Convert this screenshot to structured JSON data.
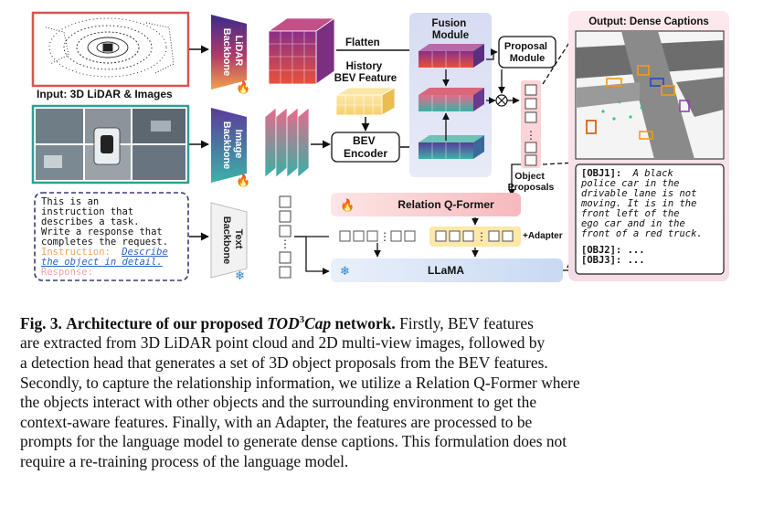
{
  "figure": {
    "input_label": "Input: 3D LiDAR & Images",
    "lidar_backbone": [
      "LiDAR",
      "Backbone"
    ],
    "image_backbone": [
      "Image",
      "Backbone"
    ],
    "text_backbone": [
      "Text",
      "Backbone"
    ],
    "flatten": "Flatten",
    "history_bev": [
      "History",
      "BEV Feature"
    ],
    "bev_encoder": [
      "BEV",
      "Encoder"
    ],
    "fusion_module": [
      "Fusion",
      "Module"
    ],
    "proposal_module": [
      "Proposal",
      "Module"
    ],
    "object_proposals": [
      "Object",
      "Proposals"
    ],
    "relation_qformer": "Relation Q-Former",
    "adapter": "+Adapter",
    "llama": "LLaMA",
    "output_label": "Output: Dense Captions",
    "prompt_lines": [
      "This is an",
      "instruction that",
      "describes a task.",
      "Write a response that",
      "completes the request."
    ],
    "prompt_instruction_label": "Instruction:",
    "prompt_instruction_text": [
      "Describe",
      "the object in detail."
    ],
    "prompt_response": "Response:",
    "obj1_label": "[OBJ1]:",
    "obj1_text": [
      "A black",
      "police car in the",
      "drivable lane is not",
      "moving. It is in the",
      "front left of the",
      "ego car and in the",
      "front of a red truck."
    ],
    "obj2": "[OBJ2]: ...",
    "obj3": "[OBJ3]: ...",
    "colors": {
      "lidar_border": "#d9534f",
      "image_border": "#2aa198",
      "fusion_bg": "#dde3f5",
      "output_bg": "#fbe3e8",
      "qformer_bg": "#f7c6c9",
      "llama_bg": "#dfe9f7"
    }
  },
  "caption": {
    "fig_label": "Fig. 3.",
    "title_a": "Architecture of our proposed",
    "title_name": "TOD",
    "title_sup": "3",
    "title_cap": "Cap",
    "title_b": "network.",
    "lines": [
      "Firstly, BEV features",
      "are extracted from 3D LiDAR point cloud and 2D multi-view images, followed by",
      "a detection head that generates a set of 3D object proposals from the BEV features.",
      "Secondly, to capture the relationship information, we utilize a Relation Q-Former where",
      "the objects interact with other objects and the surrounding environment to get the",
      "context-aware features. Finally, with an Adapter, the features are processed to be",
      "prompts for the language model to generate dense captions. This formulation does not",
      "require a re-training process of the language model."
    ]
  }
}
